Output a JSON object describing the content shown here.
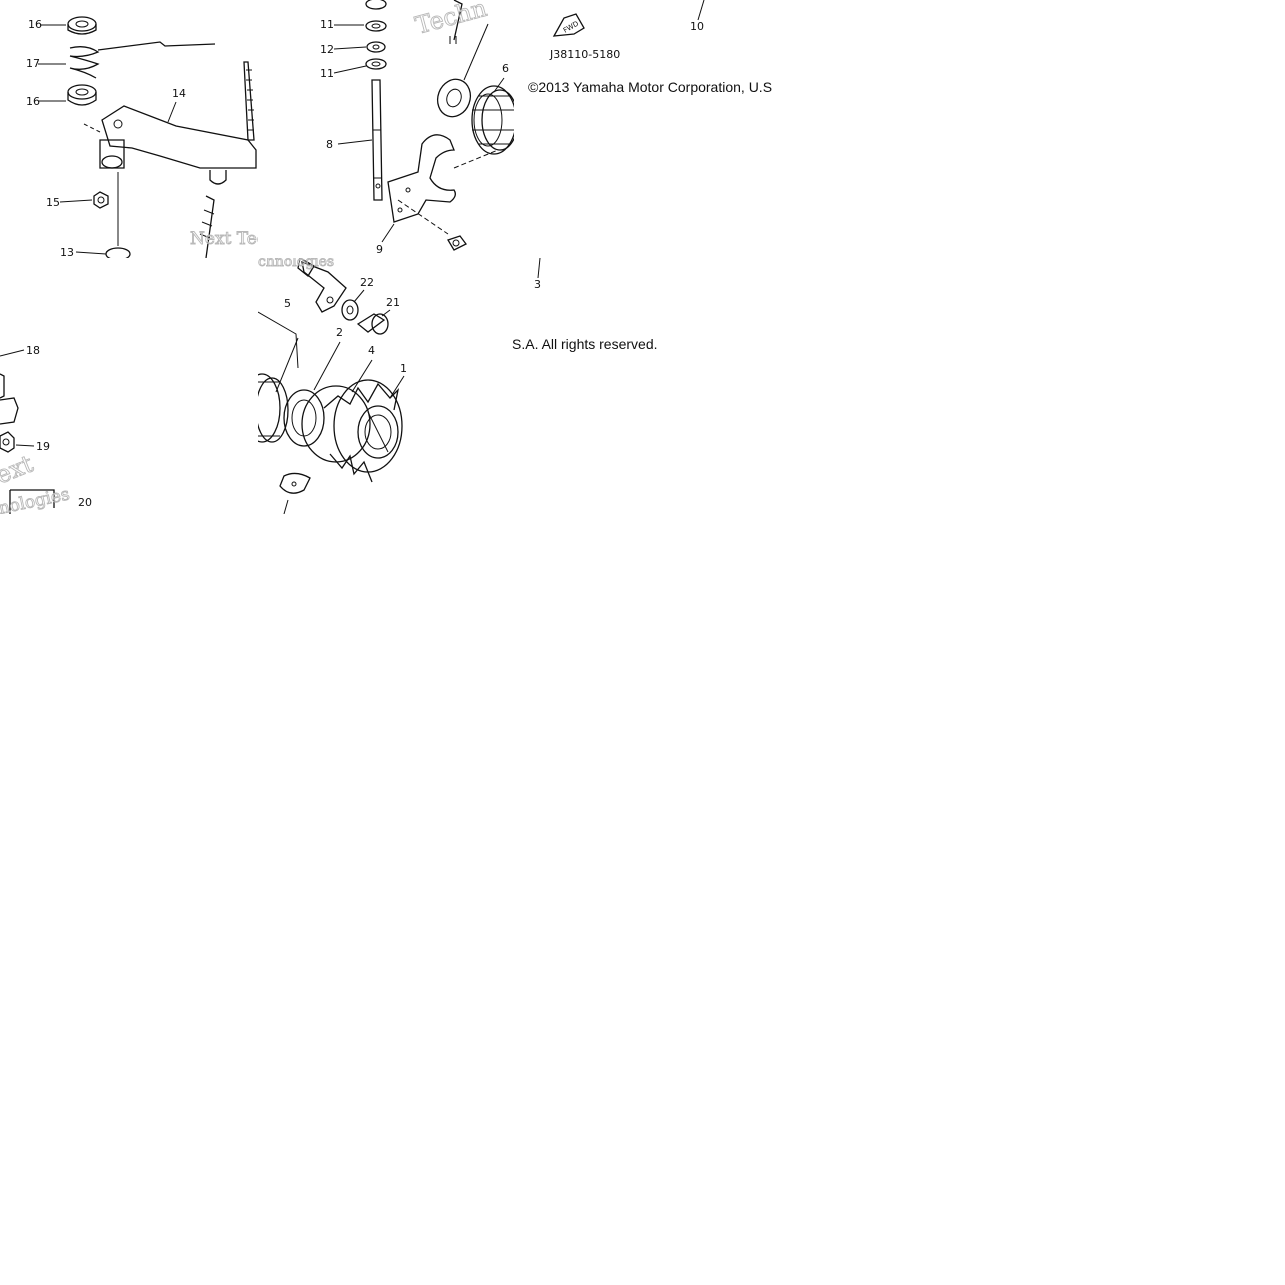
{
  "diagram": {
    "code": "J38110-5180",
    "fwd_label": "FWD",
    "copyright_left": "©2013 Yamaha Motor Corporation, U.S",
    "copyright_right": "S.A. All rights reserved.",
    "watermark": {
      "brand_a": "Techn",
      "brand_b": "Next Tec",
      "brand_c": "chnologies",
      "brand_d": "ext",
      "brand_e": "nologies"
    },
    "callouts": {
      "c1": "1",
      "c2": "2",
      "c3": "3",
      "c4": "4",
      "c5": "5",
      "c6": "6",
      "c8": "8",
      "c9": "9",
      "c10": "10",
      "c11a": "11",
      "c11b": "11",
      "c12": "12",
      "c13": "13",
      "c14": "14",
      "c15": "15",
      "c16a": "16",
      "c16b": "16",
      "c17": "17",
      "c18": "18",
      "c19": "19",
      "c20": "20",
      "c21": "21",
      "c22": "22"
    }
  }
}
